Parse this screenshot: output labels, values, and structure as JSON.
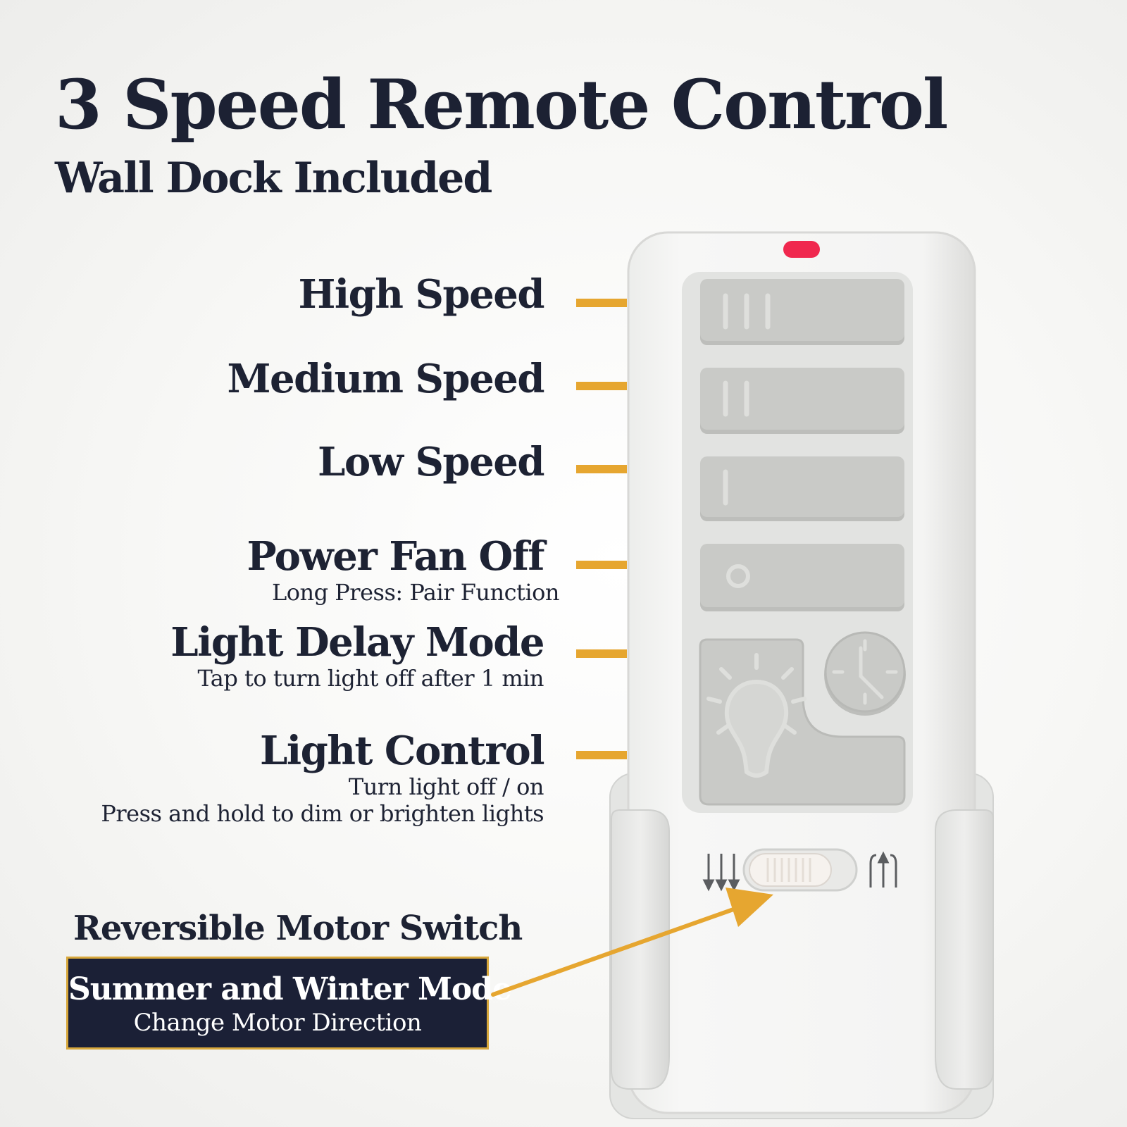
{
  "header": {
    "title": "3 Speed Remote Control",
    "subtitle": "Wall Dock Included"
  },
  "labels": {
    "high": "High Speed",
    "medium": "Medium Speed",
    "low": "Low Speed",
    "power": "Power Fan Off",
    "power_sub": "Long Press: Pair Function",
    "delay": "Light Delay Mode",
    "delay_sub": "Tap to turn light off after 1 min",
    "light": "Light Control",
    "light_sub1": "Turn light off / on",
    "light_sub2": "Press and hold to dim or brighten lights"
  },
  "switch": {
    "title": "Reversible Motor Switch",
    "mode": "Summer and Winter Mode",
    "mode_sub": "Change Motor Direction"
  },
  "colors": {
    "accent": "#e6a630",
    "navy": "#1b2036",
    "button_gray": "#c9cac7",
    "led_red": "#f0284e"
  }
}
